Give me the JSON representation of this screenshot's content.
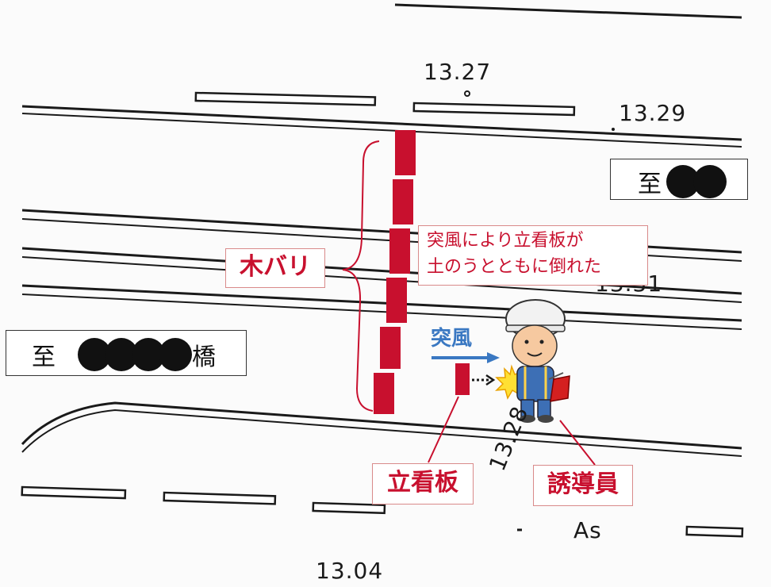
{
  "mileposts": {
    "mp_1327": "13.27",
    "mp_1329": "13.29",
    "mp_1331": "13.31",
    "mp_1328": "13.28",
    "mp_1304": "13.04"
  },
  "pavement": "As",
  "destinations": {
    "right_prefix": "至",
    "left_prefix": "至",
    "left_suffix": "橋"
  },
  "labels": {
    "wooden_barricade": "木バリ",
    "sign_board": "立看板",
    "flagger": "誘導員",
    "gust": "突風"
  },
  "note": {
    "line1": "突風により立看板が",
    "line2": "土のうとともに倒れた"
  },
  "colors": {
    "barricade_red": "#c8102e",
    "label_red": "#c8102e",
    "gust_blue": "#3a78c2",
    "spark_yellow": "#ffe033",
    "flag_red": "#d42020"
  }
}
